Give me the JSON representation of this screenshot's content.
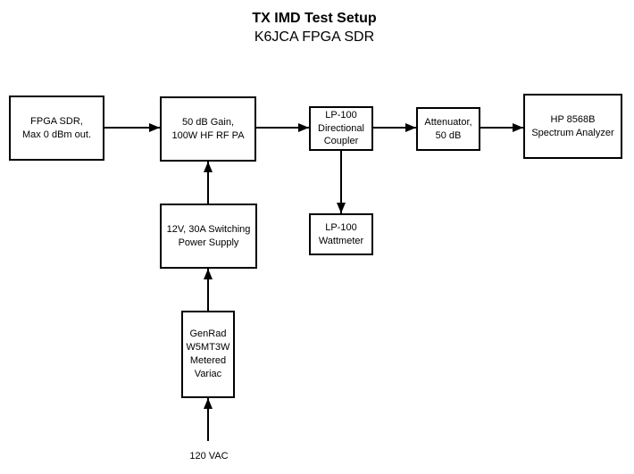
{
  "title": "TX IMD Test Setup",
  "subtitle": "K6JCA FPGA SDR",
  "boxes": {
    "fpga_sdr": "FPGA SDR,\nMax 0 dBm out.",
    "pa": "50 dB Gain,\n100W HF RF PA",
    "coupler": "LP-100\nDirectional\nCoupler",
    "attenuator": "Attenuator,\n50 dB",
    "analyzer": "HP 8568B\nSpectrum Analyzer",
    "psu": "12V, 30A Switching\nPower Supply",
    "variac": "GenRad\nW5MT3W\nMetered\nVariac",
    "wattmeter": "LP-100\nWattmeter"
  },
  "labels": {
    "mains": "120 VAC"
  },
  "colors": {
    "line": "#000000",
    "background": "#ffffff",
    "text": "#000000"
  }
}
